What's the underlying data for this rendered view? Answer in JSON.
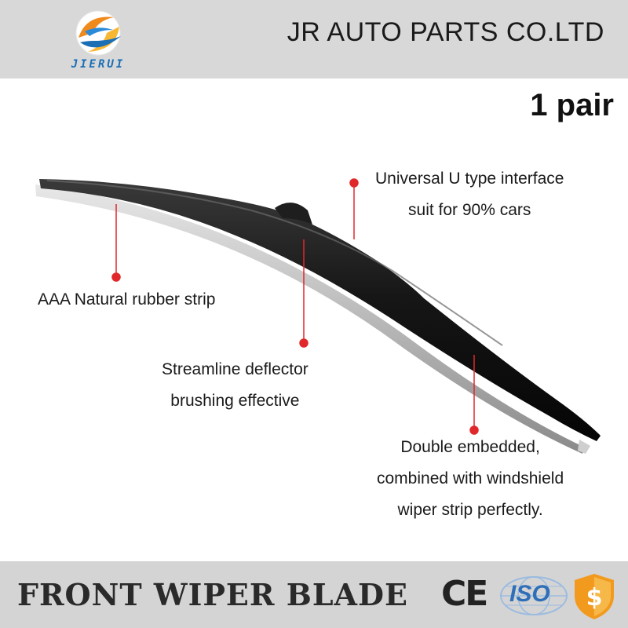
{
  "header": {
    "logo_text": "JIERUI",
    "company": "JR AUTO PARTS CO.LTD"
  },
  "badge": {
    "quantity": "1 pair"
  },
  "callouts": {
    "interface": [
      "Universal U type interface",
      "suit for 90% cars"
    ],
    "rubber": [
      "AAA Natural rubber strip"
    ],
    "deflector": [
      "Streamline deflector",
      "brushing effective"
    ],
    "embedded": [
      "Double embedded,",
      "combined with windshield",
      "wiper strip perfectly."
    ]
  },
  "footer": {
    "title": "FRONT WIPER BLADE",
    "ce_mark": "CE",
    "iso_mark": "ISO",
    "shield_symbol": "$"
  },
  "colors": {
    "header_bg": "#d8d8d8",
    "footer_bg": "#d4d4d4",
    "dot_red": "#e0282b",
    "logo_blue": "#1a6fb5",
    "logo_orange": "#f08a1c"
  },
  "icons": [
    "jierui-logo-icon",
    "ce-mark-icon",
    "iso-globe-icon",
    "price-shield-icon"
  ]
}
